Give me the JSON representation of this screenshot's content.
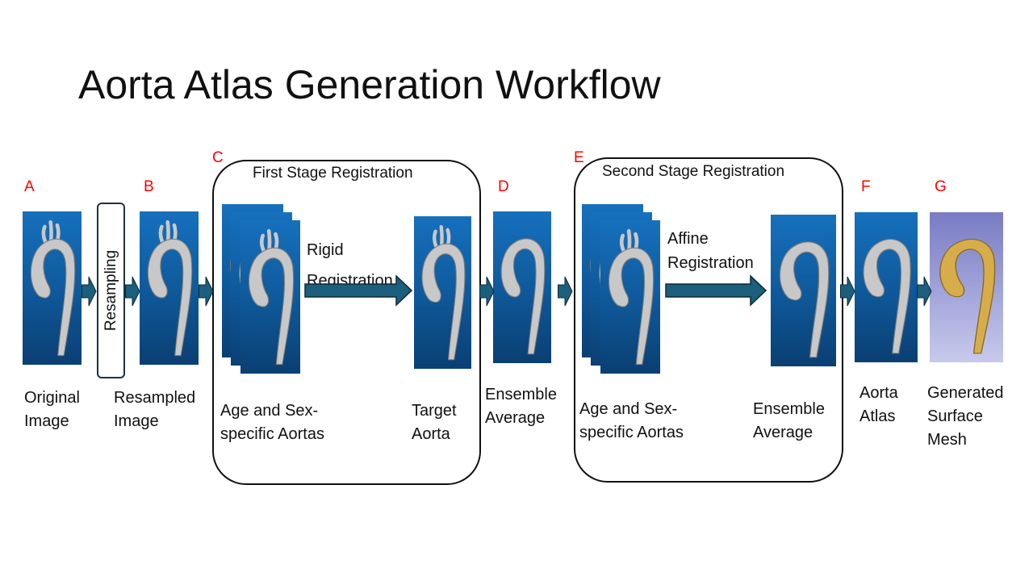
{
  "title": "Aorta Atlas Generation Workflow",
  "colors": {
    "arrow_fill": "#1b5f7d",
    "arrow_stroke": "#0d2a38",
    "letter": "#ff0000",
    "panel_blue": "#1163ab",
    "mesh_bg": "#a3a6da",
    "aorta_gray": "#c8c8c8",
    "mesh_gold": "#d6ad4a"
  },
  "steps": {
    "a": {
      "letter": "A",
      "label_1": "Original",
      "label_2": "Image"
    },
    "resampling": {
      "label": "Resampling"
    },
    "b": {
      "letter": "B",
      "label_1": "Resampled",
      "label_2": "Image"
    },
    "c": {
      "letter": "C",
      "stage_title": "First Stage Registration",
      "stack_label_1": "Age and Sex-",
      "stack_label_2": "specific Aortas",
      "arrow_label_1": "Rigid",
      "arrow_label_2": "Registration",
      "target_label_1": "Target",
      "target_label_2": "Aorta"
    },
    "d": {
      "letter": "D",
      "label_1": "Ensemble",
      "label_2": "Average"
    },
    "e": {
      "letter": "E",
      "stage_title": "Second Stage Registration",
      "stack_label_1": "Age and Sex-",
      "stack_label_2": "specific Aortas",
      "arrow_label_1": "Affine",
      "arrow_label_2": "Registration",
      "result_label_1": "Ensemble",
      "result_label_2": "Average"
    },
    "f": {
      "letter": "F",
      "label_1": "Aorta",
      "label_2": "Atlas"
    },
    "g": {
      "letter": "G",
      "label_1": "Generated",
      "label_2": "Surface",
      "label_3": "Mesh"
    }
  }
}
